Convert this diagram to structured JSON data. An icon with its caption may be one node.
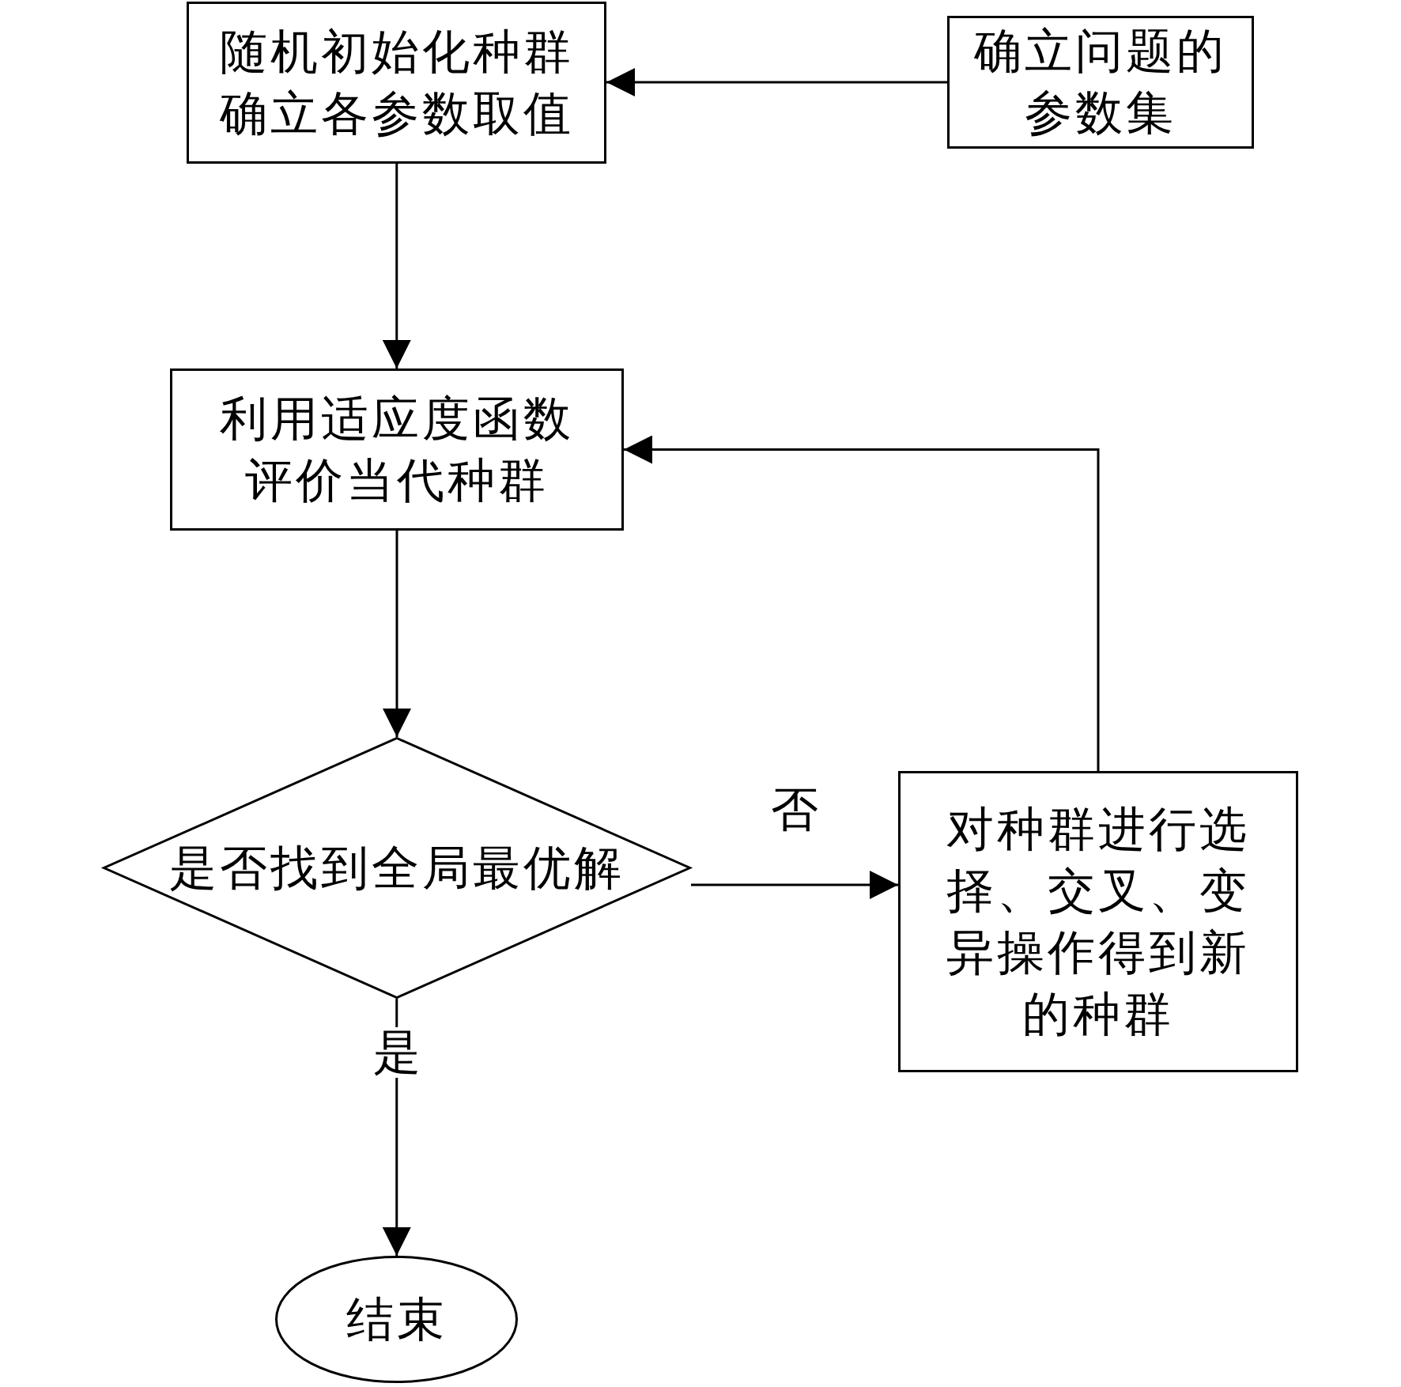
{
  "diagram": {
    "nodes": [
      {
        "text": [
          "随机初始化种群确立各参数取值"
        ]
      },
      {
        "text": [
          "确立问题的参数集"
        ]
      },
      {
        "text": [
          "利用适应度函数评价当代种群"
        ]
      },
      {
        "text": [
          "是否找到全局最优解"
        ]
      },
      {
        "text": [
          "对种群进行选择、交叉、变异操作得到新的种群"
        ]
      },
      {
        "text": [
          "结束"
        ]
      }
    ],
    "edges": [
      {
        "from": 1,
        "to": 0,
        "arrow": "to"
      },
      {
        "from": 0,
        "to": 2,
        "arrow": "to"
      },
      {
        "from": 2,
        "to": 3,
        "arrow": "to"
      },
      {
        "from": 3,
        "to": 4,
        "arrow": "to",
        "label": "否"
      },
      {
        "from": 4,
        "to": 2,
        "arrow": "to"
      },
      {
        "from": 3,
        "to": 5,
        "arrow": "to",
        "label": "是"
      }
    ]
  }
}
